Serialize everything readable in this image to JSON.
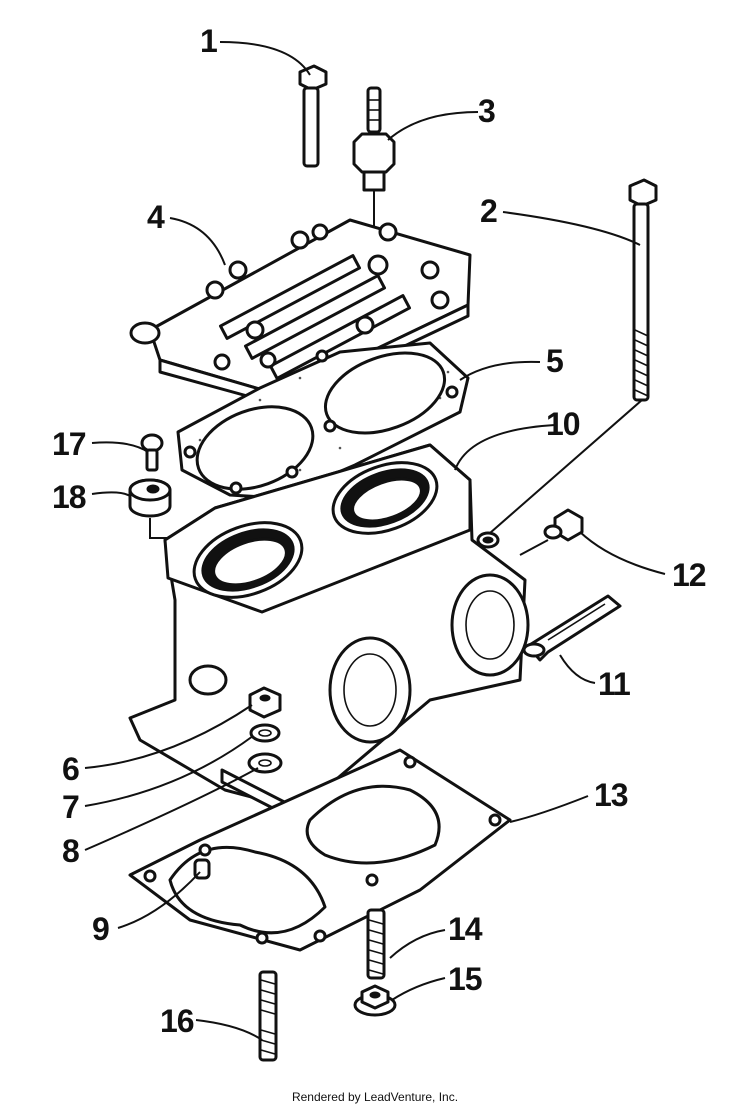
{
  "callouts": [
    "1",
    "2",
    "3",
    "4",
    "5",
    "6",
    "7",
    "8",
    "9",
    "10",
    "11",
    "12",
    "13",
    "14",
    "15",
    "16",
    "17",
    "18"
  ],
  "footer": {
    "credit": "Rendered by LeadVenture, Inc."
  }
}
